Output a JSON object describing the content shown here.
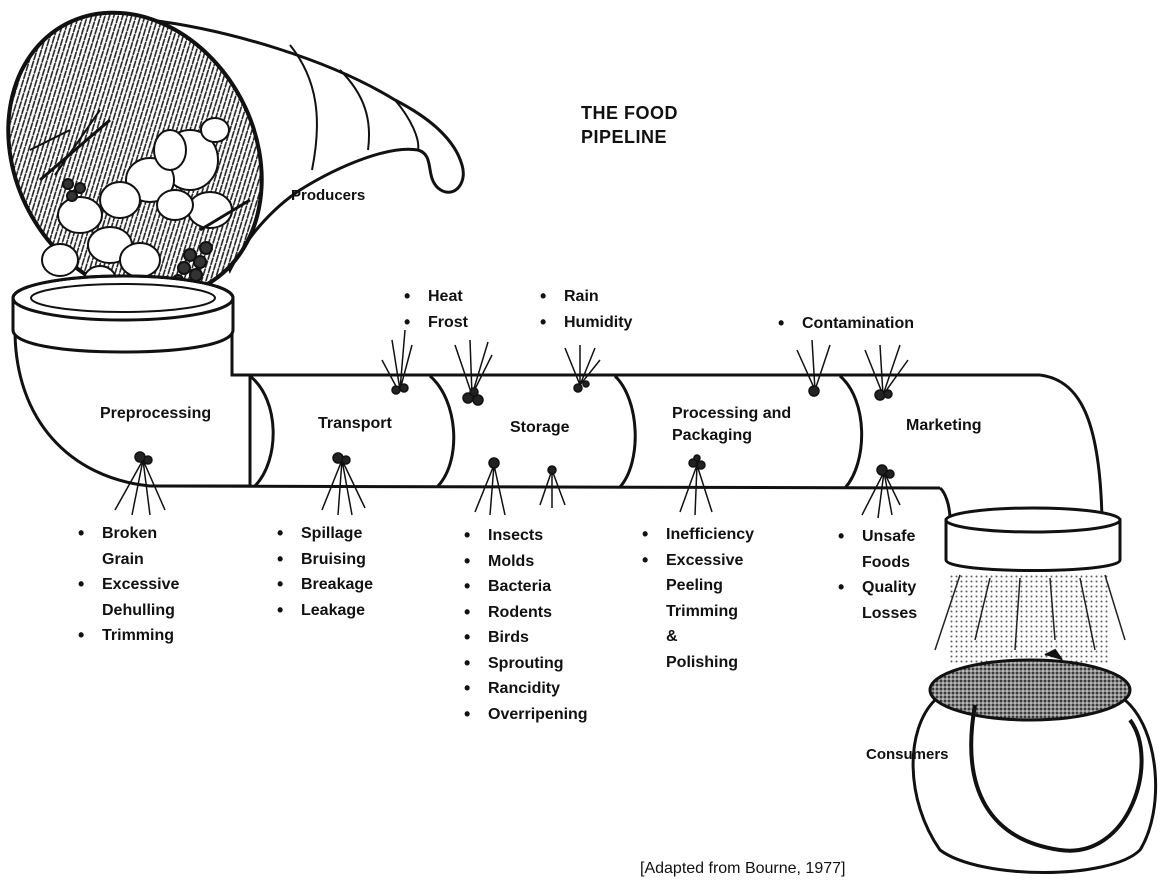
{
  "title_line1": "THE FOOD",
  "title_line2": "PIPELINE",
  "producers": "Producers",
  "consumers": "Consumers",
  "stages": {
    "preprocessing": "Preprocessing",
    "transport": "Transport",
    "storage": "Storage",
    "processing_line1": "Processing and",
    "processing_line2": "Packaging",
    "marketing": "Marketing"
  },
  "top_hazards": {
    "group1": [
      "Heat",
      "Frost"
    ],
    "group2": [
      "Rain",
      "Humidity"
    ],
    "group3": [
      "Contamination"
    ]
  },
  "losses": {
    "preprocessing": [
      {
        "text": "Broken",
        "bullet": true
      },
      {
        "text": "Grain",
        "bullet": false
      },
      {
        "text": "Excessive",
        "bullet": true
      },
      {
        "text": "Dehulling",
        "bullet": false
      },
      {
        "text": "Trimming",
        "bullet": true
      }
    ],
    "transport": [
      {
        "text": "Spillage",
        "bullet": true
      },
      {
        "text": "Bruising",
        "bullet": true
      },
      {
        "text": "Breakage",
        "bullet": true
      },
      {
        "text": "Leakage",
        "bullet": true
      }
    ],
    "storage": [
      {
        "text": "Insects",
        "bullet": true
      },
      {
        "text": "Molds",
        "bullet": true
      },
      {
        "text": "Bacteria",
        "bullet": true
      },
      {
        "text": "Rodents",
        "bullet": true
      },
      {
        "text": "Birds",
        "bullet": true
      },
      {
        "text": "Sprouting",
        "bullet": true
      },
      {
        "text": "Rancidity",
        "bullet": true
      },
      {
        "text": "Overripening",
        "bullet": true
      }
    ],
    "processing": [
      {
        "text": "Inefficiency",
        "bullet": true
      },
      {
        "text": "Excessive",
        "bullet": true
      },
      {
        "text": "Peeling",
        "bullet": false
      },
      {
        "text": "Trimming",
        "bullet": false
      },
      {
        "text": "&",
        "bullet": false
      },
      {
        "text": "Polishing",
        "bullet": false
      }
    ],
    "marketing": [
      {
        "text": "Unsafe",
        "bullet": true
      },
      {
        "text": "Foods",
        "bullet": false
      },
      {
        "text": "Quality",
        "bullet": true
      },
      {
        "text": "Losses",
        "bullet": false
      }
    ]
  },
  "credit": "[Adapted from Bourne, 1977]"
}
